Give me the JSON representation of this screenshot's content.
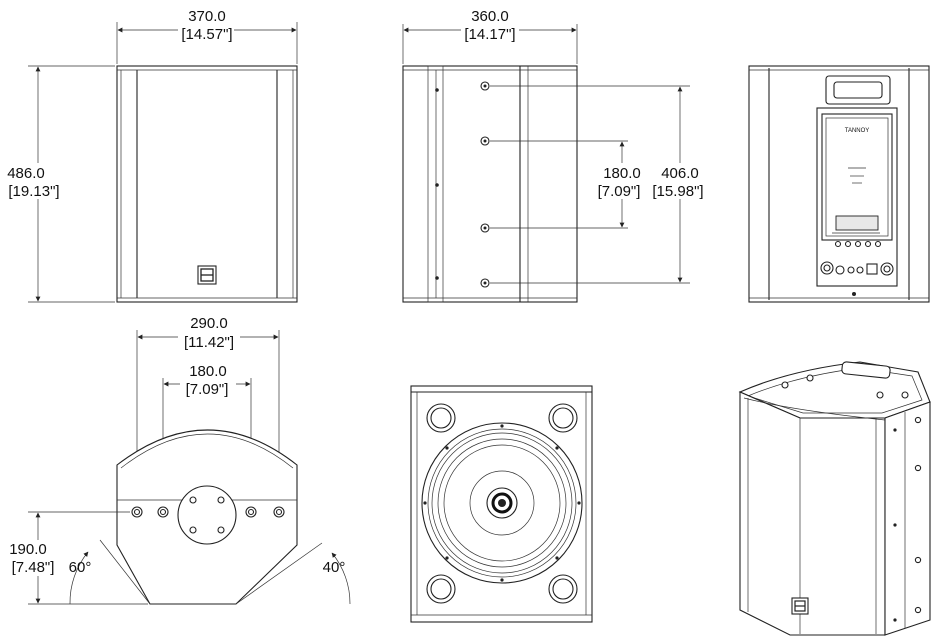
{
  "front_view": {
    "width_mm": "370.0",
    "width_in": "[14.57\"]",
    "height_mm": "486.0",
    "height_in": "[19.13\"]"
  },
  "side_view": {
    "depth_mm": "360.0",
    "depth_in": "[14.17\"]",
    "hole_spacing_mm": "180.0",
    "hole_spacing_in": "[7.09\"]",
    "hole_span_mm": "406.0",
    "hole_span_in": "[15.98\"]"
  },
  "rear_view": {
    "brand_label": "TANNOY"
  },
  "top_view": {
    "outer_span_mm": "290.0",
    "outer_span_in": "[11.42\"]",
    "inner_span_mm": "180.0",
    "inner_span_in": "[7.09\"]",
    "depth_mm": "190.0",
    "depth_in": "[7.48\"]",
    "angle_left": "60°",
    "angle_right": "40°"
  }
}
